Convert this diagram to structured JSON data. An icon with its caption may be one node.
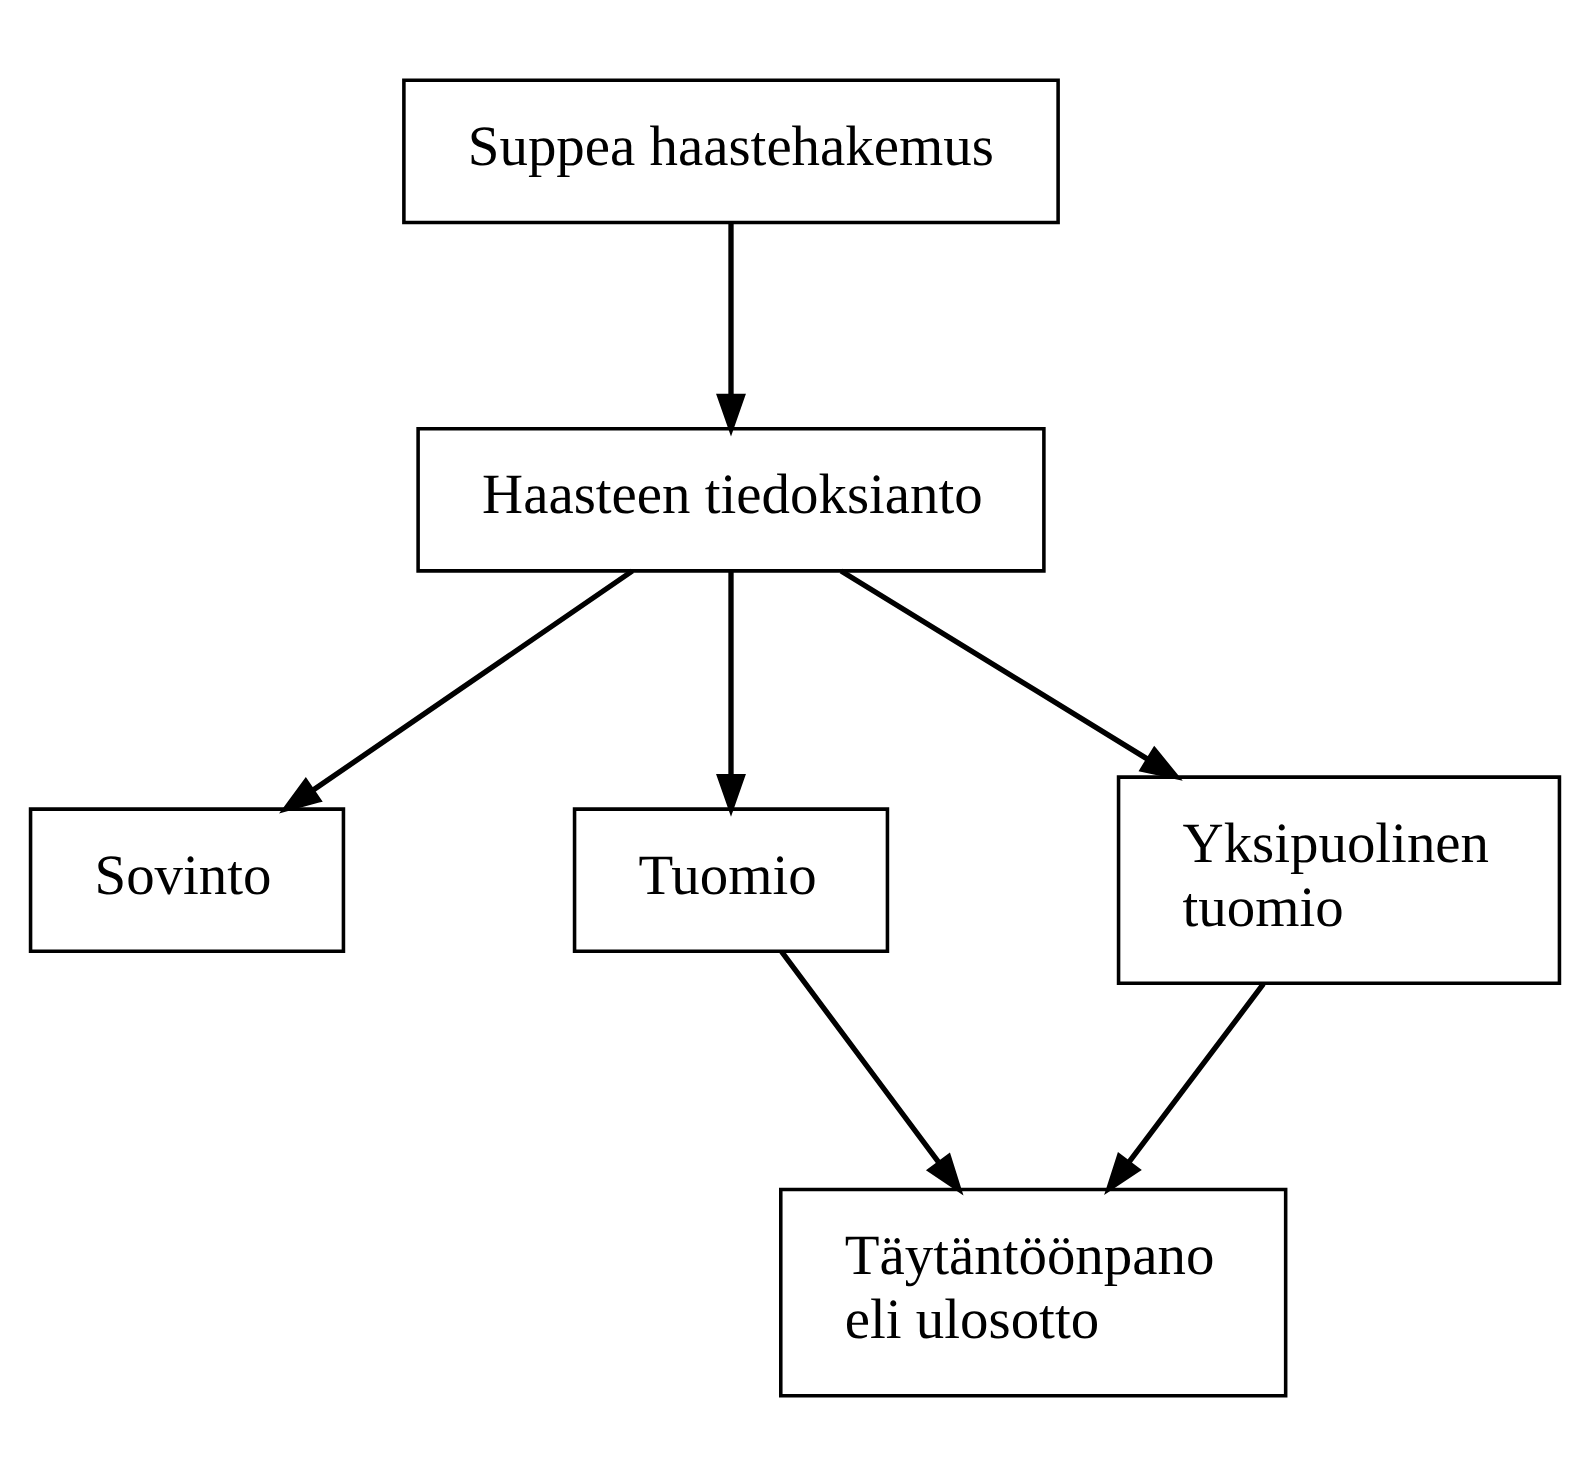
{
  "diagram": {
    "nodes": [
      {
        "text": [
          "Suppea haastehakemus"
        ]
      },
      {
        "text": [
          "Haasteen tiedoksianto"
        ]
      },
      {
        "text": [
          "Sovinto"
        ]
      },
      {
        "text": [
          "Tuomio"
        ]
      },
      {
        "text": [
          "Yksipuolinen tuomio"
        ]
      },
      {
        "text": [
          "Täytäntöönpano eli ulosotto"
        ]
      }
    ],
    "edges": [
      {
        "from": 0,
        "to": 1,
        "arrow": "to"
      },
      {
        "from": 1,
        "to": 2,
        "arrow": "to"
      },
      {
        "from": 1,
        "to": 3,
        "arrow": "to"
      },
      {
        "from": 1,
        "to": 4,
        "arrow": "to"
      },
      {
        "from": 3,
        "to": 5,
        "arrow": "to"
      },
      {
        "from": 4,
        "to": 5,
        "arrow": "to"
      }
    ]
  }
}
